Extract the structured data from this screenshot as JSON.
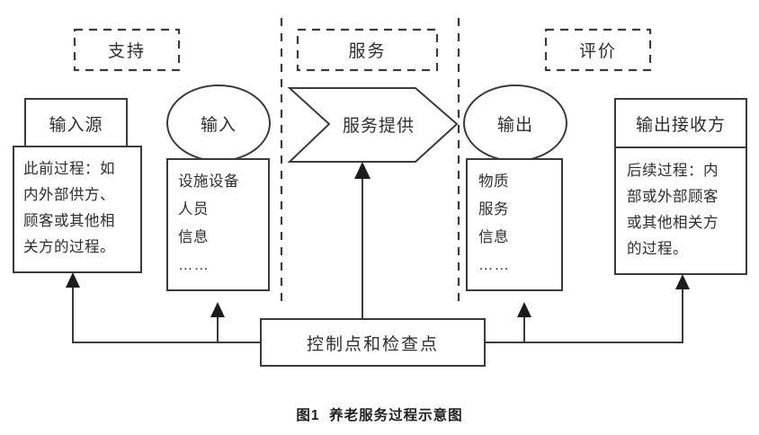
{
  "figure": {
    "caption": "图1  养老服务过程示意图",
    "colors": {
      "stroke": "#3b3b3b",
      "arrow_fill": "#1c1c1c",
      "text": "#2e2e2e",
      "background": "#ffffff"
    }
  },
  "bands": [
    {
      "id": "support",
      "label": "支持"
    },
    {
      "id": "service",
      "label": "服务"
    },
    {
      "id": "evaluation",
      "label": "评价"
    }
  ],
  "nodes": {
    "input_source": {
      "header": "输入源",
      "body_lines": [
        "此前过程：如",
        "内外部供方、",
        "顾客或其他相",
        "关方的过程。"
      ]
    },
    "input": {
      "header": "输入",
      "body_lines": [
        "设施设备",
        "人员",
        "信息"
      ],
      "ellipsis": "……"
    },
    "service_provision": {
      "header": "服务提供"
    },
    "output": {
      "header": "输出",
      "body_lines": [
        "物质",
        "服务",
        "信息"
      ],
      "ellipsis": "……"
    },
    "output_receiver": {
      "header": "输出接收方",
      "body_lines": [
        "后续过程：内",
        "部或外部顾客",
        "或其他相关方",
        "的过程。"
      ]
    },
    "control": {
      "label": "控制点和检查点"
    }
  }
}
